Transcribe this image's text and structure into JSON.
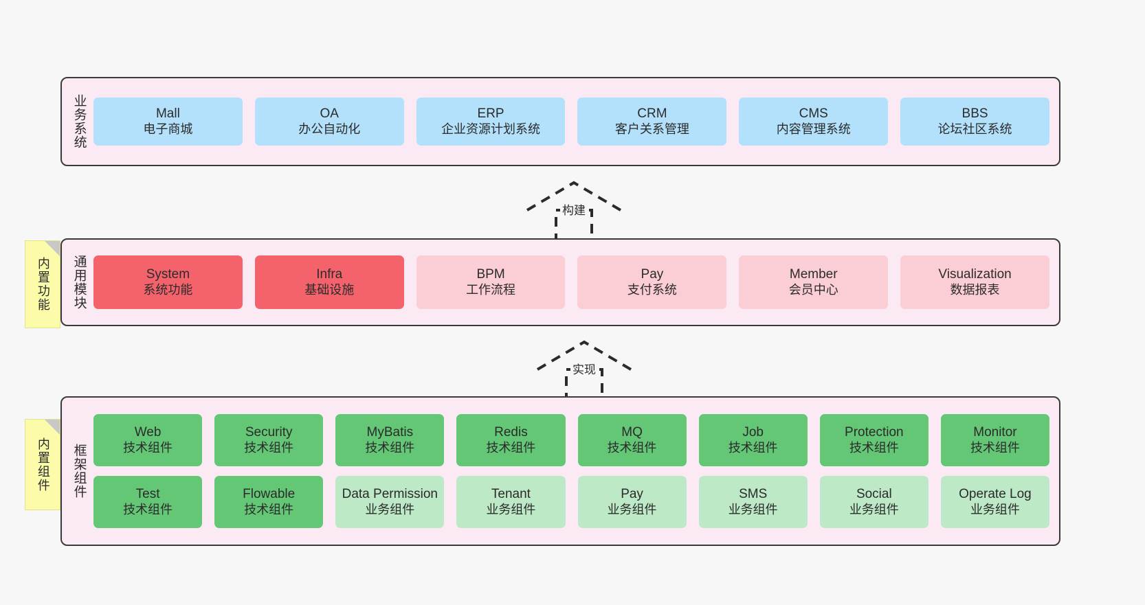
{
  "layers": [
    {
      "id": "business",
      "title": "业务系统",
      "rows": [
        [
          {
            "name": "Mall",
            "desc": "电子商城",
            "color": "c-blue"
          },
          {
            "name": "OA",
            "desc": "办公自动化",
            "color": "c-blue"
          },
          {
            "name": "ERP",
            "desc": "企业资源计划系统",
            "color": "c-blue"
          },
          {
            "name": "CRM",
            "desc": "客户关系管理",
            "color": "c-blue"
          },
          {
            "name": "CMS",
            "desc": "内容管理系统",
            "color": "c-blue"
          },
          {
            "name": "BBS",
            "desc": "论坛社区系统",
            "color": "c-blue"
          }
        ]
      ]
    },
    {
      "id": "modules",
      "title": "通用模块",
      "rows": [
        [
          {
            "name": "System",
            "desc": "系统功能",
            "color": "c-red"
          },
          {
            "name": "Infra",
            "desc": "基础设施",
            "color": "c-red"
          },
          {
            "name": "BPM",
            "desc": "工作流程",
            "color": "c-pink"
          },
          {
            "name": "Pay",
            "desc": "支付系统",
            "color": "c-pink"
          },
          {
            "name": "Member",
            "desc": "会员中心",
            "color": "c-pink"
          },
          {
            "name": "Visualization",
            "desc": "数据报表",
            "color": "c-pink"
          }
        ]
      ]
    },
    {
      "id": "framework",
      "title": "框架组件",
      "rows": [
        [
          {
            "name": "Web",
            "desc": "技术组件",
            "color": "c-green"
          },
          {
            "name": "Security",
            "desc": "技术组件",
            "color": "c-green"
          },
          {
            "name": "MyBatis",
            "desc": "技术组件",
            "color": "c-green"
          },
          {
            "name": "Redis",
            "desc": "技术组件",
            "color": "c-green"
          },
          {
            "name": "MQ",
            "desc": "技术组件",
            "color": "c-green"
          },
          {
            "name": "Job",
            "desc": "技术组件",
            "color": "c-green"
          },
          {
            "name": "Protection",
            "desc": "技术组件",
            "color": "c-green"
          },
          {
            "name": "Monitor",
            "desc": "技术组件",
            "color": "c-green"
          }
        ],
        [
          {
            "name": "Test",
            "desc": "技术组件",
            "color": "c-green"
          },
          {
            "name": "Flowable",
            "desc": "技术组件",
            "color": "c-green"
          },
          {
            "name": "Data Permission",
            "desc": "业务组件",
            "color": "c-lightgreen"
          },
          {
            "name": "Tenant",
            "desc": "业务组件",
            "color": "c-lightgreen"
          },
          {
            "name": "Pay",
            "desc": "业务组件",
            "color": "c-lightgreen"
          },
          {
            "name": "SMS",
            "desc": "业务组件",
            "color": "c-lightgreen"
          },
          {
            "name": "Social",
            "desc": "业务组件",
            "color": "c-lightgreen"
          },
          {
            "name": "Operate Log",
            "desc": "业务组件",
            "color": "c-lightgreen"
          }
        ]
      ]
    }
  ],
  "stickies": [
    {
      "id": "modules",
      "label": "内置功能"
    },
    {
      "id": "framework",
      "label": "内置组件"
    }
  ],
  "connectors": [
    {
      "id": "build",
      "label": "构建"
    },
    {
      "id": "realize",
      "label": "实现"
    }
  ],
  "colors": {
    "panel_background": "#fbeaf4",
    "panel_border": "#3a3a3a",
    "canvas_background": "#f7f7f7",
    "business_box": "#b3e0fb",
    "module_core_box": "#f4636b",
    "module_optional_box": "#fbcdd4",
    "tech_component_box": "#63c776",
    "biz_component_box": "#bde9c6",
    "sticky_note": "#fbfbaa",
    "sticky_fold": "#c8c8c8",
    "text": "#2b2b2b"
  }
}
